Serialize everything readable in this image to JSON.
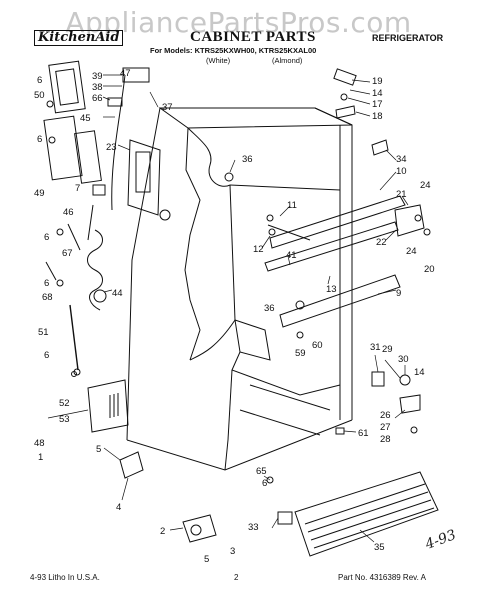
{
  "watermark": "AppliancePartsPros.com",
  "brand": "KitchenAid",
  "title": "CABINET PARTS",
  "appliance": "REFRIGERATOR",
  "models_line": "For Models: KTRS25KXWH00, KTRS25KXAL00",
  "variants": [
    "(White)",
    "(Almond)"
  ],
  "footer": {
    "left": "4-93  Litho In U.S.A.",
    "page": "2",
    "right": "Part No. 4316389  Rev. A"
  },
  "handwritten_note": "4-93",
  "callouts": [
    {
      "id": "c-6a",
      "label": "6"
    },
    {
      "id": "c-50",
      "label": "50"
    },
    {
      "id": "c-6b",
      "label": "6"
    },
    {
      "id": "c-49",
      "label": "49"
    },
    {
      "id": "c-7",
      "label": "7"
    },
    {
      "id": "c-46",
      "label": "46"
    },
    {
      "id": "c-6c",
      "label": "6"
    },
    {
      "id": "c-67",
      "label": "67"
    },
    {
      "id": "c-6d",
      "label": "6"
    },
    {
      "id": "c-68",
      "label": "68"
    },
    {
      "id": "c-51",
      "label": "51"
    },
    {
      "id": "c-6e",
      "label": "6"
    },
    {
      "id": "c-52",
      "label": "52"
    },
    {
      "id": "c-53",
      "label": "53"
    },
    {
      "id": "c-48",
      "label": "48"
    },
    {
      "id": "c-1",
      "label": "1"
    },
    {
      "id": "c-39",
      "label": "39"
    },
    {
      "id": "c-38",
      "label": "38"
    },
    {
      "id": "c-66",
      "label": "66"
    },
    {
      "id": "c-45",
      "label": "45"
    },
    {
      "id": "c-23",
      "label": "23"
    },
    {
      "id": "c-47",
      "label": "47"
    },
    {
      "id": "c-37",
      "label": "37"
    },
    {
      "id": "c-44",
      "label": "44"
    },
    {
      "id": "c-36a",
      "label": "36"
    },
    {
      "id": "c-11",
      "label": "11"
    },
    {
      "id": "c-12",
      "label": "12"
    },
    {
      "id": "c-41",
      "label": "41"
    },
    {
      "id": "c-13",
      "label": "13"
    },
    {
      "id": "c-36b",
      "label": "36"
    },
    {
      "id": "c-59",
      "label": "59"
    },
    {
      "id": "c-60",
      "label": "60"
    },
    {
      "id": "c-9",
      "label": "9"
    },
    {
      "id": "c-19",
      "label": "19"
    },
    {
      "id": "c-14a",
      "label": "14"
    },
    {
      "id": "c-17",
      "label": "17"
    },
    {
      "id": "c-18",
      "label": "18"
    },
    {
      "id": "c-34",
      "label": "34"
    },
    {
      "id": "c-10",
      "label": "10"
    },
    {
      "id": "c-21",
      "label": "21"
    },
    {
      "id": "c-24a",
      "label": "24"
    },
    {
      "id": "c-22",
      "label": "22"
    },
    {
      "id": "c-24b",
      "label": "24"
    },
    {
      "id": "c-20",
      "label": "20"
    },
    {
      "id": "c-31",
      "label": "31"
    },
    {
      "id": "c-29",
      "label": "29"
    },
    {
      "id": "c-30",
      "label": "30"
    },
    {
      "id": "c-14b",
      "label": "14"
    },
    {
      "id": "c-26",
      "label": "26"
    },
    {
      "id": "c-27",
      "label": "27"
    },
    {
      "id": "c-28",
      "label": "28"
    },
    {
      "id": "c-61",
      "label": "61"
    },
    {
      "id": "c-65",
      "label": "65"
    },
    {
      "id": "c-6f",
      "label": "6"
    },
    {
      "id": "c-5a",
      "label": "5"
    },
    {
      "id": "c-4",
      "label": "4"
    },
    {
      "id": "c-2",
      "label": "2"
    },
    {
      "id": "c-5b",
      "label": "5"
    },
    {
      "id": "c-3",
      "label": "3"
    },
    {
      "id": "c-33",
      "label": "33"
    },
    {
      "id": "c-35",
      "label": "35"
    }
  ]
}
